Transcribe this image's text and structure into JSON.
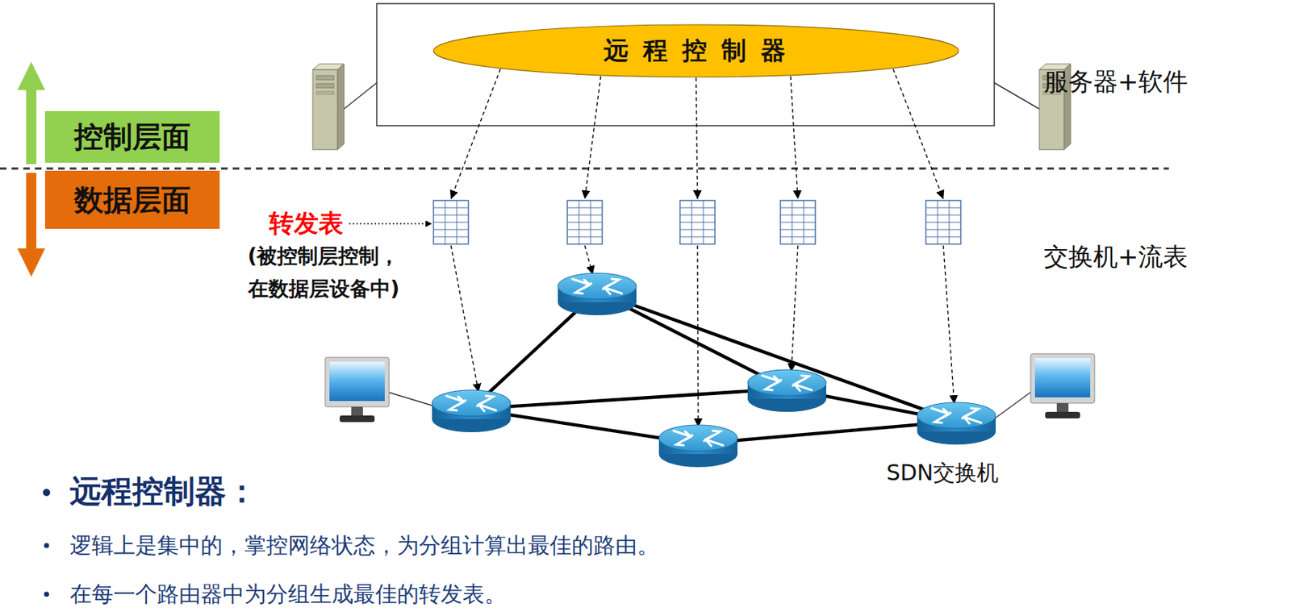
{
  "diagram": {
    "nodes": [
      {
        "text": [
          "远 程 控 制 器"
        ]
      },
      {
        "text": [
          "控制层面"
        ]
      },
      {
        "text": [
          "数据层面"
        ]
      }
    ],
    "labels": [
      "服务器+软件",
      "转发表",
      "(被控制层控制， 在数据层设备中)",
      "交换机+流表",
      "SDN交换机",
      "远程控制器：",
      "逻辑上是集中的，掌控网络状态，为分组计算出最佳的路由。",
      "在每一个路由器中为分组生成最佳的转发表。"
    ]
  }
}
